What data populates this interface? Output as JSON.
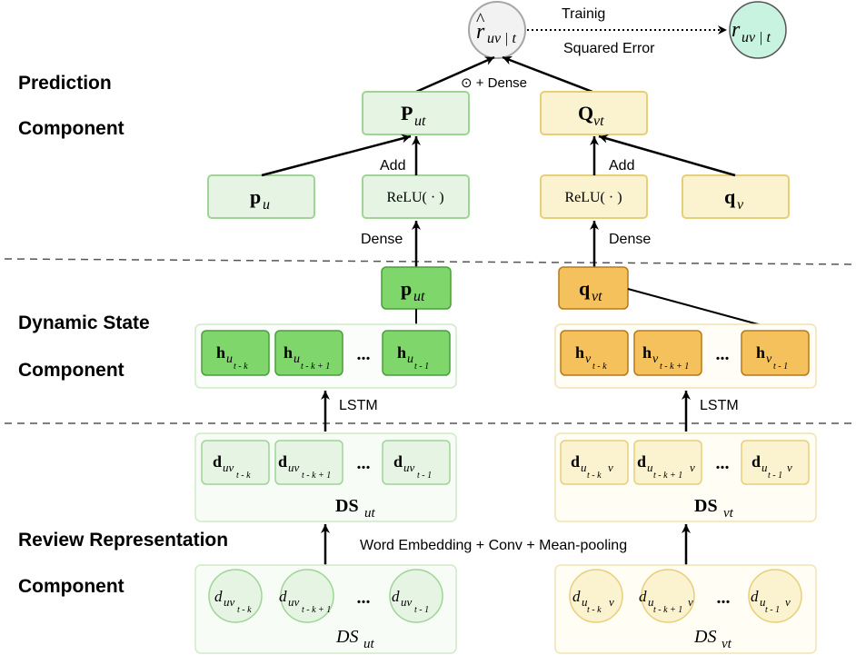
{
  "sections": {
    "prediction": [
      "Prediction",
      "Component"
    ],
    "dynamic": [
      "Dynamic State",
      "Component"
    ],
    "review": [
      "Review Representation",
      "Component"
    ]
  },
  "top": {
    "training_label": "Trainig",
    "loss_label": "Squared Error",
    "combine_label": "⊙ + Dense",
    "r_hat": {
      "base": "r",
      "sub": "uv | t",
      "accent": "^"
    },
    "r_true": {
      "base": "r",
      "sub": "uv | t"
    }
  },
  "prediction": {
    "P": {
      "base": "P",
      "sub": "ut"
    },
    "Q": {
      "base": "Q",
      "sub": "vt"
    },
    "pu": {
      "base": "p",
      "sub": "u"
    },
    "qv": {
      "base": "q",
      "sub": "v"
    },
    "relu": "ReLU( · )",
    "add": "Add",
    "dense": "Dense"
  },
  "dynamic": {
    "p_ut": {
      "base": "p",
      "sub": "ut"
    },
    "q_vt": {
      "base": "q",
      "sub": "vt"
    },
    "user_h": [
      {
        "base": "h",
        "sub": "u",
        "subsub": "t - k"
      },
      {
        "base": "h",
        "sub": "u",
        "subsub": "t - k + 1"
      },
      {
        "base": "h",
        "sub": "u",
        "subsub": "t - 1"
      }
    ],
    "item_h": [
      {
        "base": "h",
        "sub": "v",
        "subsub": "t - k"
      },
      {
        "base": "h",
        "sub": "v",
        "subsub": "t - k + 1"
      },
      {
        "base": "h",
        "sub": "v",
        "subsub": "t - 1"
      }
    ],
    "ellipsis": "...",
    "lstm": "LSTM"
  },
  "review": {
    "user_d": [
      {
        "base": "d",
        "sub": "uv",
        "subsub": "t - k"
      },
      {
        "base": "d",
        "sub": "uv",
        "subsub": "t - k + 1"
      },
      {
        "base": "d",
        "sub": "uv",
        "subsub": "t - 1"
      }
    ],
    "item_d": [
      {
        "base": "d",
        "sub": "u",
        "subsub": "t - k",
        "tail": "v"
      },
      {
        "base": "d",
        "sub": "u",
        "subsub": "t - k + 1",
        "tail": "v"
      },
      {
        "base": "d",
        "sub": "u",
        "subsub": "t - 1",
        "tail": "v"
      }
    ],
    "DS_ut": {
      "base": "DS",
      "sub": "ut"
    },
    "DS_vt": {
      "base": "DS",
      "sub": "vt"
    },
    "embed_label": "Word Embedding + Conv + Mean-pooling",
    "ellipsis": "..."
  },
  "colors": {
    "green_fill": "#e6f5e3",
    "green_stroke": "#9fd496",
    "green_dark_fill": "#7fd66b",
    "green_dark_stroke": "#4b9e3c",
    "yellow_fill": "#fbf2cf",
    "yellow_stroke": "#e7cf79",
    "orange_fill": "#f5c15c",
    "orange_stroke": "#b57a18",
    "gray_fill": "#f2f2f2",
    "gray_stroke": "#a6a6a6",
    "mint_fill": "#c9f3e1",
    "dashed": "#555555"
  }
}
